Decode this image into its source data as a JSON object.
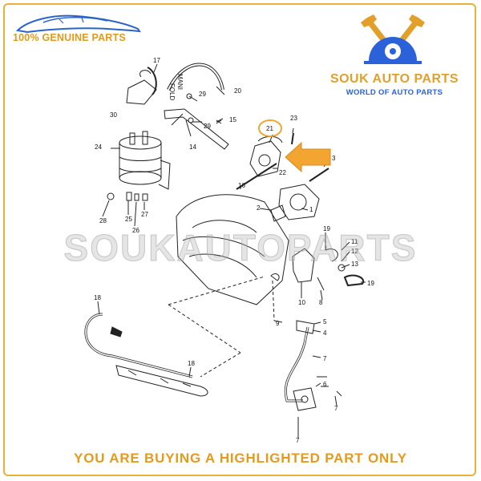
{
  "header": {
    "genuine_label": "100% GENUINE PARTS",
    "brand_name": "SOUK AUTO PARTS",
    "brand_tagline": "WORLD OF AUTO PARTS",
    "brand_color": "#e2a02b",
    "tagline_color": "#2b62d9"
  },
  "diagram": {
    "callouts": [
      "17",
      "30",
      "MANI",
      "FOLD",
      "29",
      "20",
      "29",
      "15",
      "14",
      "21",
      "23",
      "24",
      "22",
      "3",
      "16",
      "2",
      "28",
      "25",
      "26",
      "27",
      "1",
      "19",
      "11",
      "12",
      "13",
      "10",
      "8",
      "9",
      "5",
      "4",
      "7",
      "6",
      "7",
      "7",
      "18",
      "18",
      "19"
    ],
    "highlight_part": "21",
    "arrow_color": "#f2a531"
  },
  "watermark": {
    "text": "SOUKAUTOPARTS"
  },
  "footer": {
    "notice": "YOU ARE BUYING A HIGHLIGHTED PART ONLY"
  }
}
